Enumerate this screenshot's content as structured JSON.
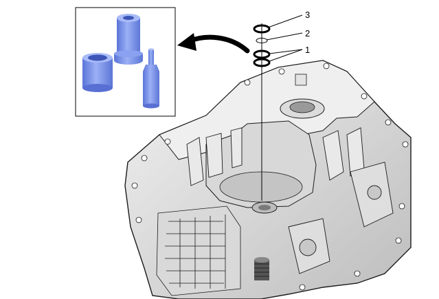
{
  "callouts": {
    "label_3": "3",
    "label_2": "2",
    "label_1": "1"
  },
  "colors": {
    "tool_blue": "#7f98ee",
    "housing_light": "#e6e6e6",
    "housing_shadow": "#9a9a9a",
    "outline": "#1a1a1a"
  },
  "icons": {
    "inset_tools": "special-tool-set",
    "arrow": "curved-arrow-left",
    "housing": "transmission-housing"
  }
}
